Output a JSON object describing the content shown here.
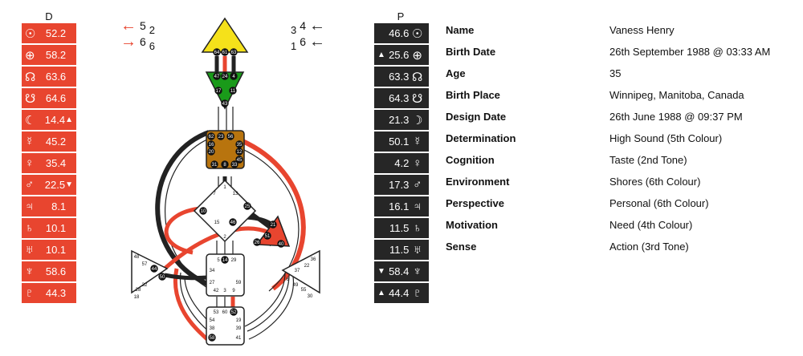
{
  "columns": {
    "design_header": "D",
    "personality_header": "P"
  },
  "colors": {
    "design": "#e8452f",
    "personality": "#262626",
    "head": "#f5e11a",
    "ajna": "#1a9a1a",
    "g_center": "#b8740e",
    "spleen": "#e8452f"
  },
  "design": [
    {
      "symbol": "☉",
      "icon": "sun-icon",
      "value": "52.2",
      "marker": ""
    },
    {
      "symbol": "⊕",
      "icon": "earth-icon",
      "value": "58.2",
      "marker": ""
    },
    {
      "symbol": "☊",
      "icon": "north-node-icon",
      "value": "63.6",
      "marker": ""
    },
    {
      "symbol": "☋",
      "icon": "south-node-icon",
      "value": "64.6",
      "marker": ""
    },
    {
      "symbol": "☾",
      "icon": "moon-icon",
      "value": "14.4",
      "marker": "▲"
    },
    {
      "symbol": "☿",
      "icon": "mercury-icon",
      "value": "45.2",
      "marker": ""
    },
    {
      "symbol": "♀",
      "icon": "venus-icon",
      "value": "35.4",
      "marker": ""
    },
    {
      "symbol": "♂",
      "icon": "mars-icon",
      "value": "22.5",
      "marker": "▼"
    },
    {
      "symbol": "♃",
      "icon": "jupiter-icon",
      "value": "8.1",
      "marker": ""
    },
    {
      "symbol": "♄",
      "icon": "saturn-icon",
      "value": "10.1",
      "marker": ""
    },
    {
      "symbol": "♅",
      "icon": "uranus-icon",
      "value": "10.1",
      "marker": ""
    },
    {
      "symbol": "♆",
      "icon": "neptune-icon",
      "value": "58.6",
      "marker": ""
    },
    {
      "symbol": "♇",
      "icon": "pluto-icon",
      "value": "44.3",
      "marker": ""
    }
  ],
  "personality": [
    {
      "symbol": "☉",
      "icon": "sun-icon",
      "value": "46.6",
      "marker": ""
    },
    {
      "symbol": "⊕",
      "icon": "earth-icon",
      "value": "25.6",
      "marker": "▲"
    },
    {
      "symbol": "☊",
      "icon": "north-node-icon",
      "value": "63.3",
      "marker": ""
    },
    {
      "symbol": "☋",
      "icon": "south-node-icon",
      "value": "64.3",
      "marker": ""
    },
    {
      "symbol": "☽",
      "icon": "moon-icon",
      "value": "21.3",
      "marker": ""
    },
    {
      "symbol": "☿",
      "icon": "mercury-icon",
      "value": "50.1",
      "marker": ""
    },
    {
      "symbol": "♀",
      "icon": "venus-icon",
      "value": "4.2",
      "marker": ""
    },
    {
      "symbol": "♂",
      "icon": "mars-icon",
      "value": "17.3",
      "marker": ""
    },
    {
      "symbol": "♃",
      "icon": "jupiter-icon",
      "value": "16.1",
      "marker": ""
    },
    {
      "symbol": "♄",
      "icon": "saturn-icon",
      "value": "11.5",
      "marker": ""
    },
    {
      "symbol": "♅",
      "icon": "uranus-icon",
      "value": "11.5",
      "marker": ""
    },
    {
      "symbol": "♆",
      "icon": "neptune-icon",
      "value": "58.4",
      "marker": "▼"
    },
    {
      "symbol": "♇",
      "icon": "pluto-icon",
      "value": "44.4",
      "marker": "▲"
    }
  ],
  "arrows": {
    "design_top": {
      "arrow": "←",
      "main": "5",
      "sub": "2"
    },
    "design_bottom": {
      "arrow": "→",
      "main": "6",
      "sub": "6"
    },
    "personality_top": {
      "arrow": "←",
      "main": "4",
      "sub": "3"
    },
    "personality_bottom": {
      "arrow": "←",
      "main": "6",
      "sub": "1"
    }
  },
  "info": [
    {
      "label": "Name",
      "value": "Vaness Henry"
    },
    {
      "label": "Birth Date",
      "value": "26th September 1988 @ 03:33 AM"
    },
    {
      "label": "Age",
      "value": "35"
    },
    {
      "label": "Birth Place",
      "value": "Winnipeg, Manitoba, Canada"
    },
    {
      "label": "Design Date",
      "value": "26th June 1988 @ 09:37 PM"
    },
    {
      "label": "Determination",
      "value": "High Sound (5th Colour)"
    },
    {
      "label": "Cognition",
      "value": "Taste (2nd Tone)"
    },
    {
      "label": "Environment",
      "value": "Shores (6th Colour)"
    },
    {
      "label": "Perspective",
      "value": "Personal (6th Colour)"
    },
    {
      "label": "Motivation",
      "value": "Need (4th Colour)"
    },
    {
      "label": "Sense",
      "value": "Action (3rd Tone)"
    }
  ],
  "gates": {
    "head": [
      "64",
      "61",
      "63"
    ],
    "ajna": [
      "47",
      "24",
      "4",
      "17",
      "11",
      "43"
    ],
    "g": [
      "62",
      "23",
      "56",
      "16",
      "35",
      "20",
      "12",
      "45",
      "31",
      "8",
      "33"
    ],
    "self": [
      "1",
      "7",
      "13",
      "25",
      "10",
      "15",
      "46",
      "2"
    ],
    "heart": [
      "21",
      "51",
      "26",
      "40"
    ],
    "spleen": [
      "48",
      "57",
      "44",
      "50",
      "32",
      "28",
      "18"
    ],
    "sacral": [
      "5",
      "14",
      "29",
      "34",
      "27",
      "59",
      "42",
      "3",
      "9"
    ],
    "solar": [
      "36",
      "22",
      "37",
      "6",
      "49",
      "55",
      "30"
    ],
    "root": [
      "53",
      "60",
      "52",
      "54",
      "19",
      "38",
      "39",
      "58",
      "41"
    ]
  }
}
